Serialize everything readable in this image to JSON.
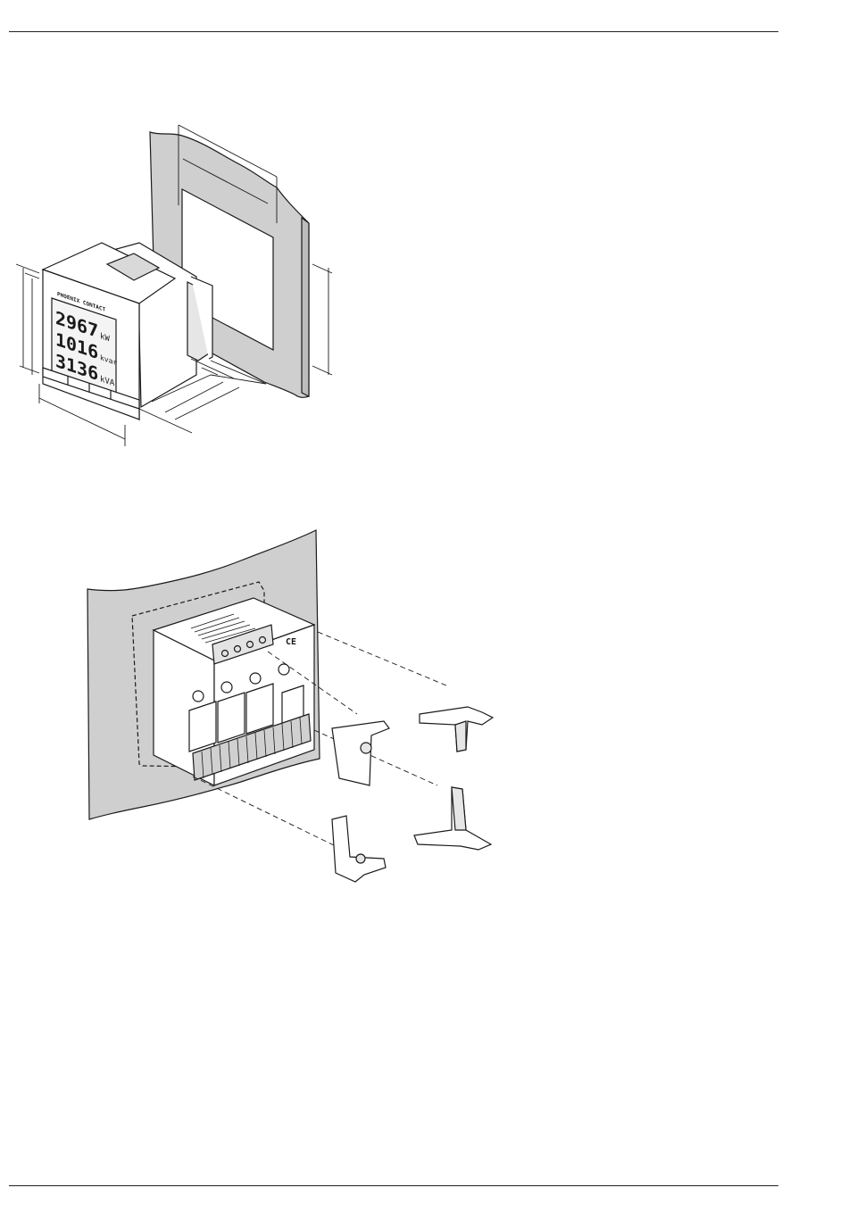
{
  "figure1": {
    "logo": "PHOENIX CONTACT",
    "readings": [
      {
        "value": "2967",
        "unit": "kW"
      },
      {
        "value": "1016",
        "unit": "kvar"
      },
      {
        "value": "3136",
        "unit": "kVA"
      }
    ]
  },
  "figure2": {
    "mark": "CE",
    "clips": [
      "mounting-clip",
      "mounting-clip",
      "mounting-clip",
      "mounting-clip"
    ]
  },
  "colors": {
    "panel_gray": "#cfcfcf",
    "line": "#1a1a1a",
    "page": "#ffffff"
  }
}
